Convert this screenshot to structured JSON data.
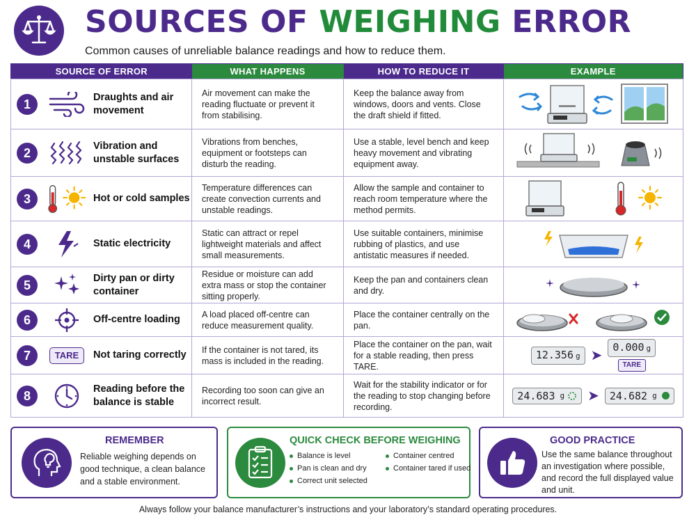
{
  "header": {
    "title_part1": "SOURCES OF ",
    "title_part2": "WEIGHING",
    "title_part3": " ERROR",
    "subtitle": "Common causes of unreliable balance readings and how to reduce them."
  },
  "table": {
    "headers": [
      "SOURCE OF ERROR",
      "WHAT HAPPENS",
      "HOW TO REDUCE IT",
      "EXAMPLE"
    ],
    "rows": [
      {
        "num": "1",
        "icon": "wind-icon",
        "source": "Draughts and air movement",
        "what": "Air movement can make the reading fluctuate or prevent it from stabilising.",
        "how": "Keep the balance away from windows, doors and vents. Close the draft shield if fitted."
      },
      {
        "num": "2",
        "icon": "vibration-icon",
        "source": "Vibration and unstable surfaces",
        "what": "Vibrations from benches, equipment or footsteps can disturb the reading.",
        "how": "Use a stable, level bench and keep heavy movement and vibrating equipment away."
      },
      {
        "num": "3",
        "icon": "thermometer-sun-icon",
        "source": "Hot or cold samples",
        "what": "Temperature differences can create convection currents and unstable readings.",
        "how": "Allow the sample and container to reach room temperature where the method permits."
      },
      {
        "num": "4",
        "icon": "lightning-icon",
        "source": "Static electricity",
        "what": "Static can attract or repel lightweight materials and affect small measurements.",
        "how": "Use suitable containers, minimise rubbing of plastics, and use antistatic measures if needed."
      },
      {
        "num": "5",
        "icon": "sparkle-icon",
        "source": "Dirty pan or dirty container",
        "what": "Residue or moisture can add extra mass or stop the container sitting properly.",
        "how": "Keep the pan and containers clean and dry."
      },
      {
        "num": "6",
        "icon": "crosshair-icon",
        "source": "Off-centre loading",
        "what": "A load placed off-centre can reduce measurement quality.",
        "how": "Place the container centrally on the pan."
      },
      {
        "num": "7",
        "icon": "tare-icon",
        "source": "Not taring correctly",
        "what": "If the container is not tared, its mass is included in the reading.",
        "how": "Place the container on the pan, wait for a stable reading, then press TARE."
      },
      {
        "num": "8",
        "icon": "clock-icon",
        "source": "Reading before the balance is stable",
        "what": "Recording too soon can give an incorrect result.",
        "how": "Wait for the stability indicator or for the reading to stop changing before recording."
      }
    ],
    "tare_icon_label": "TARE",
    "example_7": {
      "before": "12.356",
      "after": "0.000",
      "unit": "g",
      "tare_label": "TARE"
    },
    "example_8": {
      "before": "24.683",
      "after": "24.682",
      "unit": "g"
    }
  },
  "boxes": {
    "remember": {
      "title": "REMEMBER",
      "body": "Reliable weighing depends on good technique, a clean balance and a stable environment."
    },
    "quick_check": {
      "title": "QUICK CHECK BEFORE WEIGHING",
      "items": [
        "Balance is level",
        "Container centred",
        "Pan is clean and dry",
        "Container tared if used",
        "Correct unit selected"
      ]
    },
    "good_practice": {
      "title": "GOOD PRACTICE",
      "body": "Use the same balance throughout an investigation where possible, and record the full displayed value and unit."
    }
  },
  "footer": "Always follow your balance manufacturer’s instructions and your laboratory’s standard operating procedures.",
  "colors": {
    "purple": "#4b2a8c",
    "green": "#2b8a3e",
    "red": "#d62828",
    "orange": "#f5b400"
  }
}
